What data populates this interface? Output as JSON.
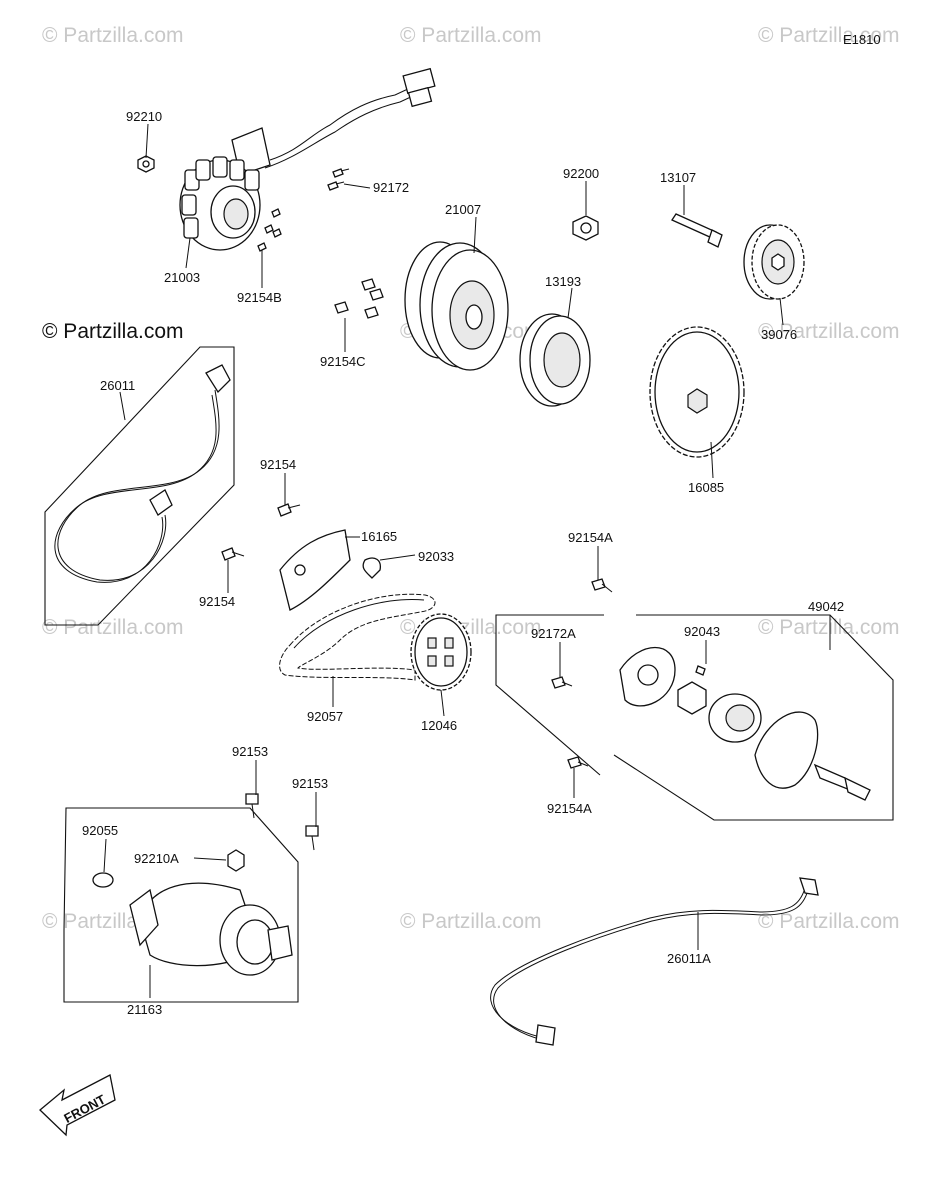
{
  "diagram": {
    "code": "E1810",
    "watermark": "© Partzilla.com",
    "watermark_main": "© Partzilla.com",
    "front_label": "FRONT"
  },
  "parts": {
    "p92210": "92210",
    "p92172": "92172",
    "p21003": "21003",
    "p92154B": "92154B",
    "p21007": "21007",
    "p92200": "92200",
    "p13107": "13107",
    "p13193": "13193",
    "p39076": "39076",
    "p92154C": "92154C",
    "p16085": "16085",
    "p26011": "26011",
    "p92154_top": "92154",
    "p16165": "16165",
    "p92033": "92033",
    "p92154_low": "92154",
    "p92154A_top": "92154A",
    "p49042": "49042",
    "p92172A": "92172A",
    "p92043": "92043",
    "p92057": "92057",
    "p12046": "12046",
    "p92154A_low": "92154A",
    "p92153_a": "92153",
    "p92153_b": "92153",
    "p92055": "92055",
    "p92210A": "92210A",
    "p21163": "21163",
    "p26011A": "26011A"
  }
}
